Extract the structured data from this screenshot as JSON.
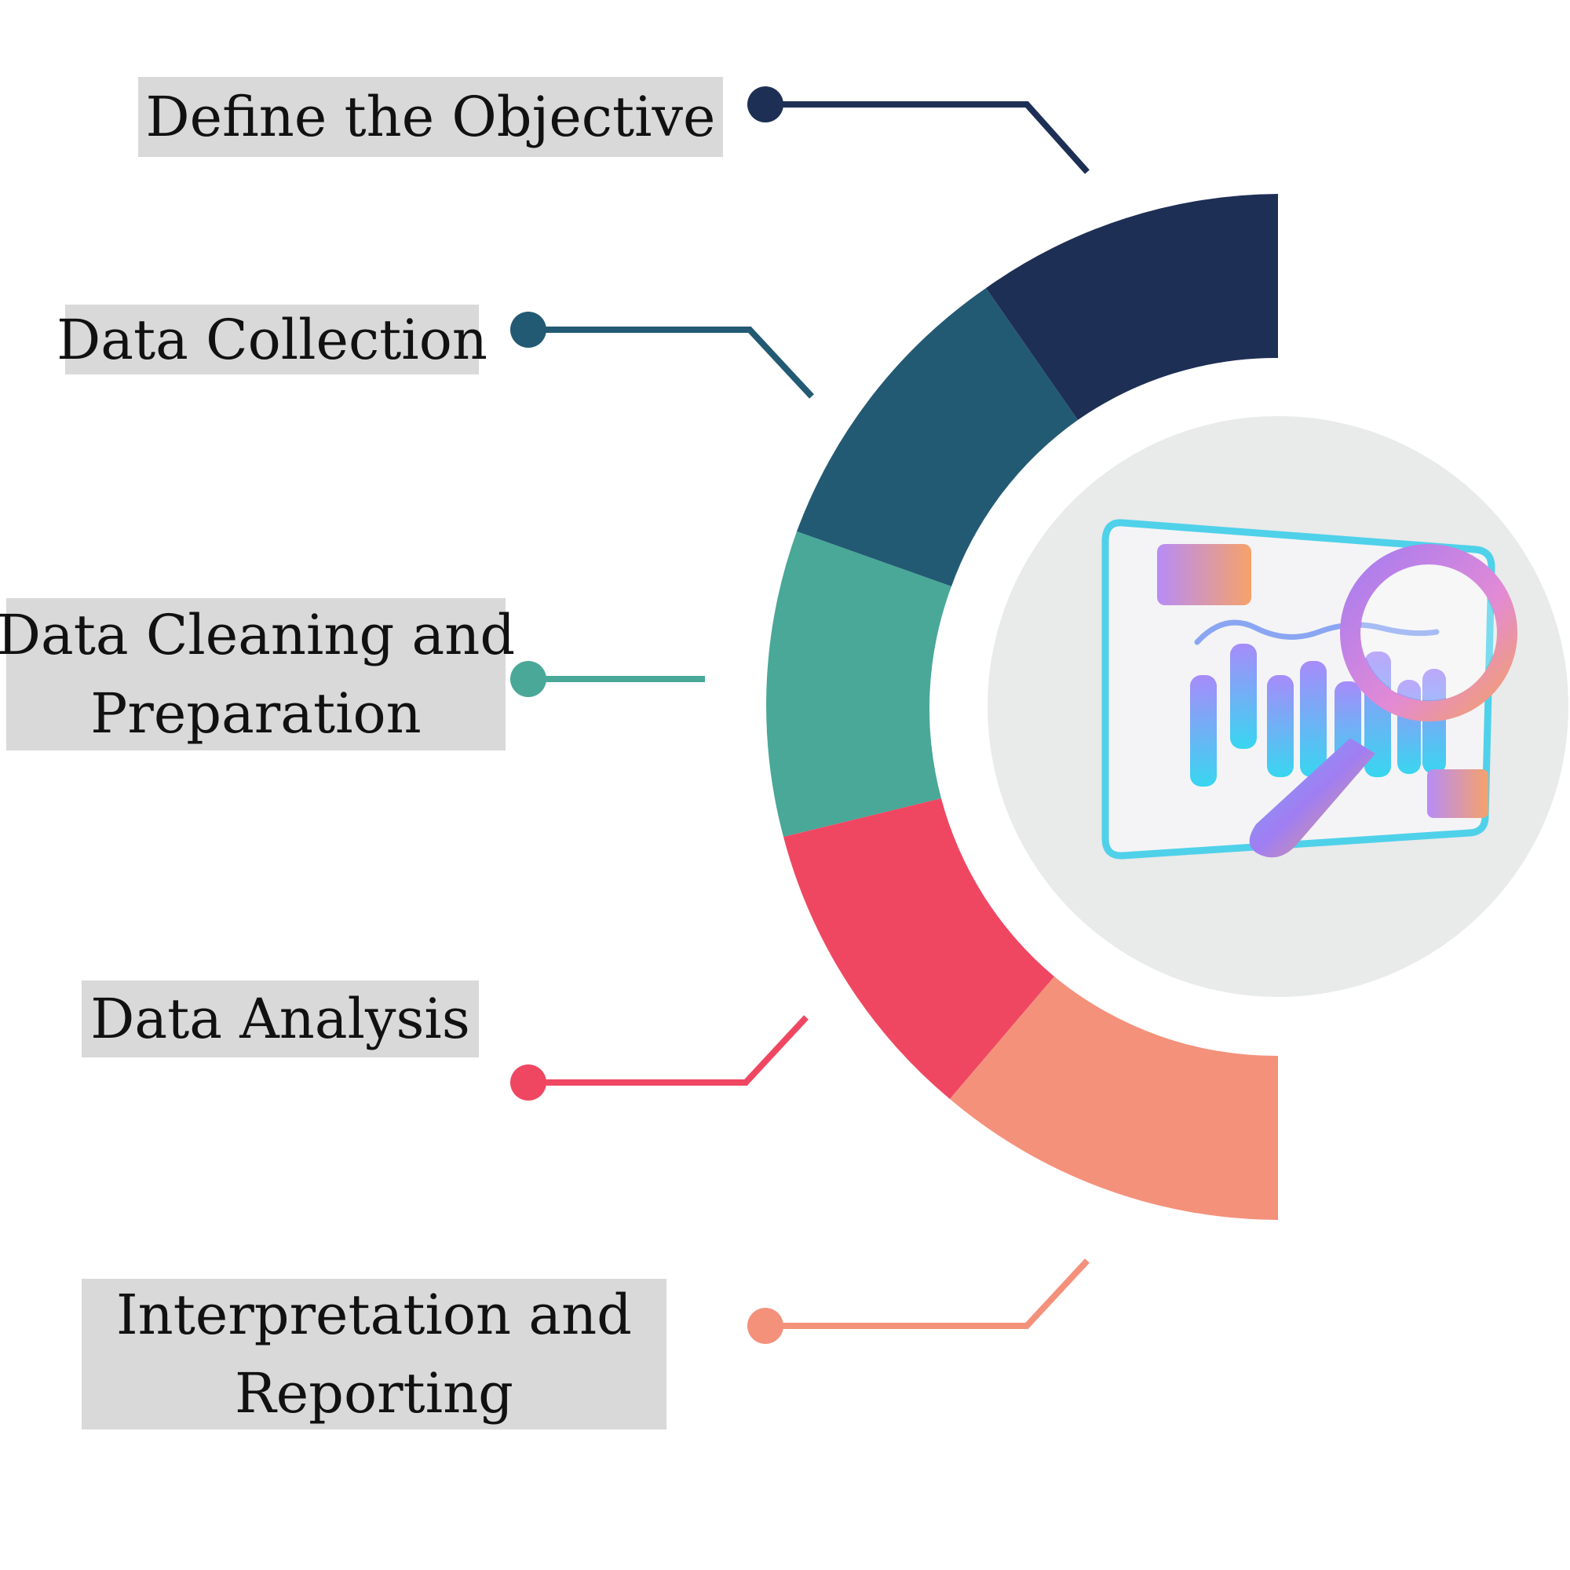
{
  "steps": [
    {
      "id": "define-objective",
      "label": "Define the Objective",
      "color": "#1e2f55"
    },
    {
      "id": "data-collection",
      "label": "Data Collection",
      "color": "#235a73"
    },
    {
      "id": "data-cleaning",
      "label_line1": "Data Cleaning and",
      "label_line2": "Preparation",
      "color": "#49a898"
    },
    {
      "id": "data-analysis",
      "label": "Data Analysis",
      "color": "#ef4762"
    },
    {
      "id": "interpretation",
      "label_line1": "Interpretation and",
      "label_line2": "Reporting",
      "color": "#f4917b"
    }
  ],
  "center": {
    "circle_color": "#e9eaea",
    "icon": "analytics-dashboard-magnifier-icon"
  }
}
